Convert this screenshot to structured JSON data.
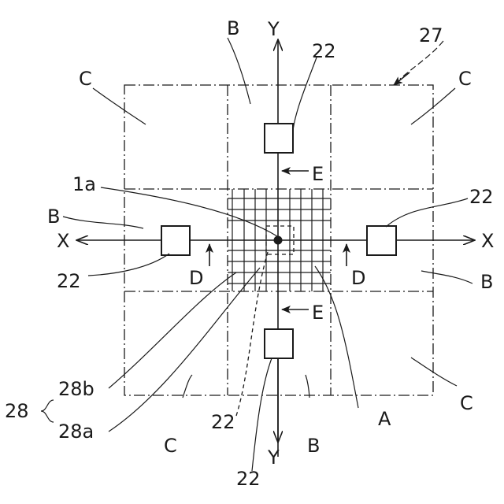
{
  "labels": {
    "y_top": "Y",
    "y_bottom": "Y",
    "x_left": "X",
    "x_right": "X",
    "ref_27": "27",
    "ref_22_top": "22",
    "ref_22_right": "22",
    "ref_22_left": "22",
    "ref_22_dashed": "22",
    "ref_22_bottom": "22",
    "ref_1a": "1a",
    "ref_28": "28",
    "ref_28a": "28a",
    "ref_28b": "28b",
    "region_a": "A",
    "region_b_top": "B",
    "region_b_left": "B",
    "region_b_right": "B",
    "region_b_bottom": "B",
    "region_c_tl": "C",
    "region_c_tr": "C",
    "region_c_bl": "C",
    "region_c_br": "C",
    "arrow_e_upper": "E",
    "arrow_e_lower": "E",
    "arrow_d_left": "D",
    "arrow_d_right": "D"
  },
  "colors": {
    "ink": "#1a1a1a",
    "background": "#ffffff"
  }
}
